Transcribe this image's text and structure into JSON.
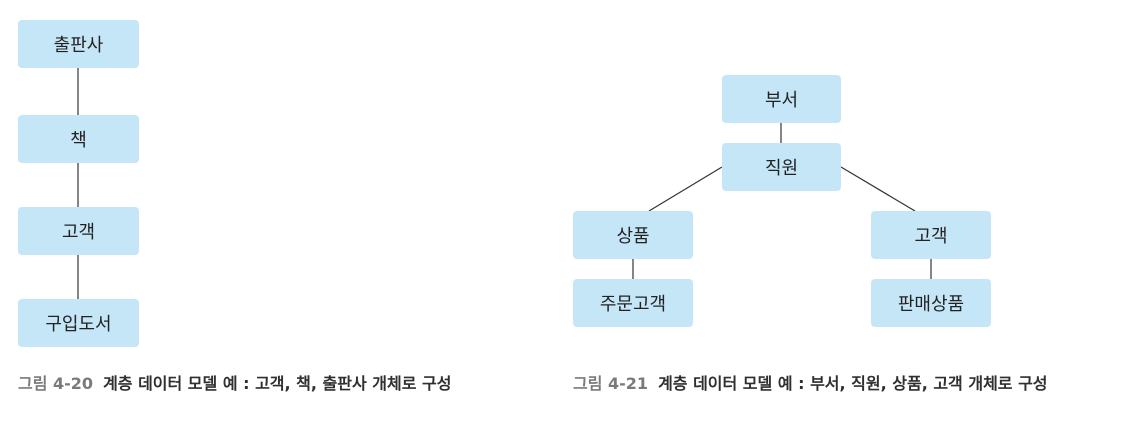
{
  "figure_20": {
    "nodes": {
      "publisher": "출판사",
      "book": "책",
      "customer": "고객",
      "purchased_book": "구입도서"
    },
    "caption": {
      "number": "그림 4-20",
      "text": "계층 데이터 모델 예 : 고객, 책, 출판사 개체로 구성"
    }
  },
  "figure_21": {
    "nodes": {
      "department": "부서",
      "employee": "직원",
      "product": "상품",
      "customer": "고객",
      "order_customer": "주문고객",
      "sold_product": "판매상품"
    },
    "caption": {
      "number": "그림 4-21",
      "text": "계층 데이터 모델 예 : 부서, 직원, 상품, 고객 개체로 구성"
    }
  },
  "colors": {
    "node_fill": "#c5e6f6",
    "line": "#333333"
  }
}
